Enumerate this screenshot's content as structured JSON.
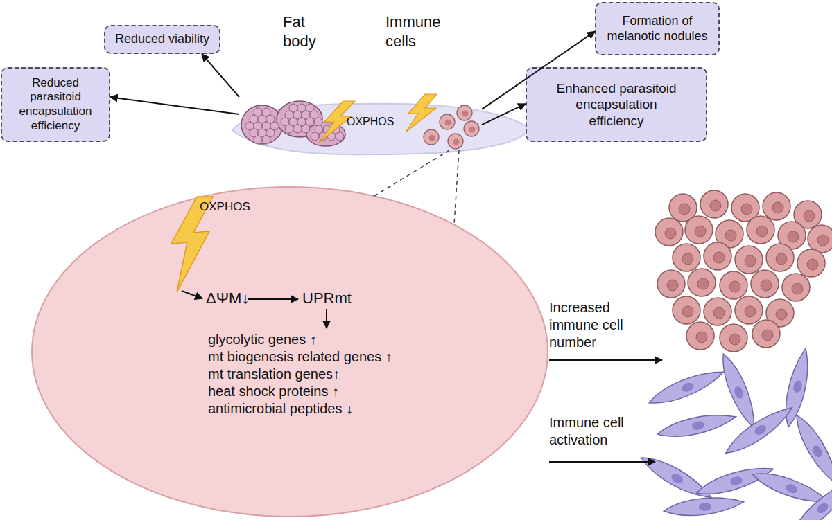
{
  "diagram": {
    "nodes": [
      {
        "text": [
          "Reduced viability"
        ]
      },
      {
        "text": [
          "Reduced parasitoid encapsulation efficiency"
        ]
      },
      {
        "text": [
          "Fat body"
        ]
      },
      {
        "text": [
          "Immune cells"
        ]
      },
      {
        "text": [
          "Formation of melanotic nodules"
        ]
      },
      {
        "text": [
          "Enhanced parasitoid encapsulation efficiency"
        ]
      },
      {
        "text": [
          "ΔΨM↓",
          "UPRmt",
          "glycolytic genes ↑",
          "mt biogenesis related genes ↑",
          "mt translation genes↑",
          "heat shock proteins ↑",
          "antimicrobial peptides ↓"
        ]
      }
    ],
    "edges": [
      {
        "from": 2,
        "to": 0,
        "arrow": "to"
      },
      {
        "from": 2,
        "to": 1,
        "arrow": "to"
      },
      {
        "from": 3,
        "to": 4,
        "arrow": "to"
      },
      {
        "from": 3,
        "to": 5,
        "arrow": "to"
      }
    ],
    "labels": [
      "OXPHOS",
      "OXPHOS",
      "Increased immune cell number",
      "Immune cell activation"
    ]
  }
}
